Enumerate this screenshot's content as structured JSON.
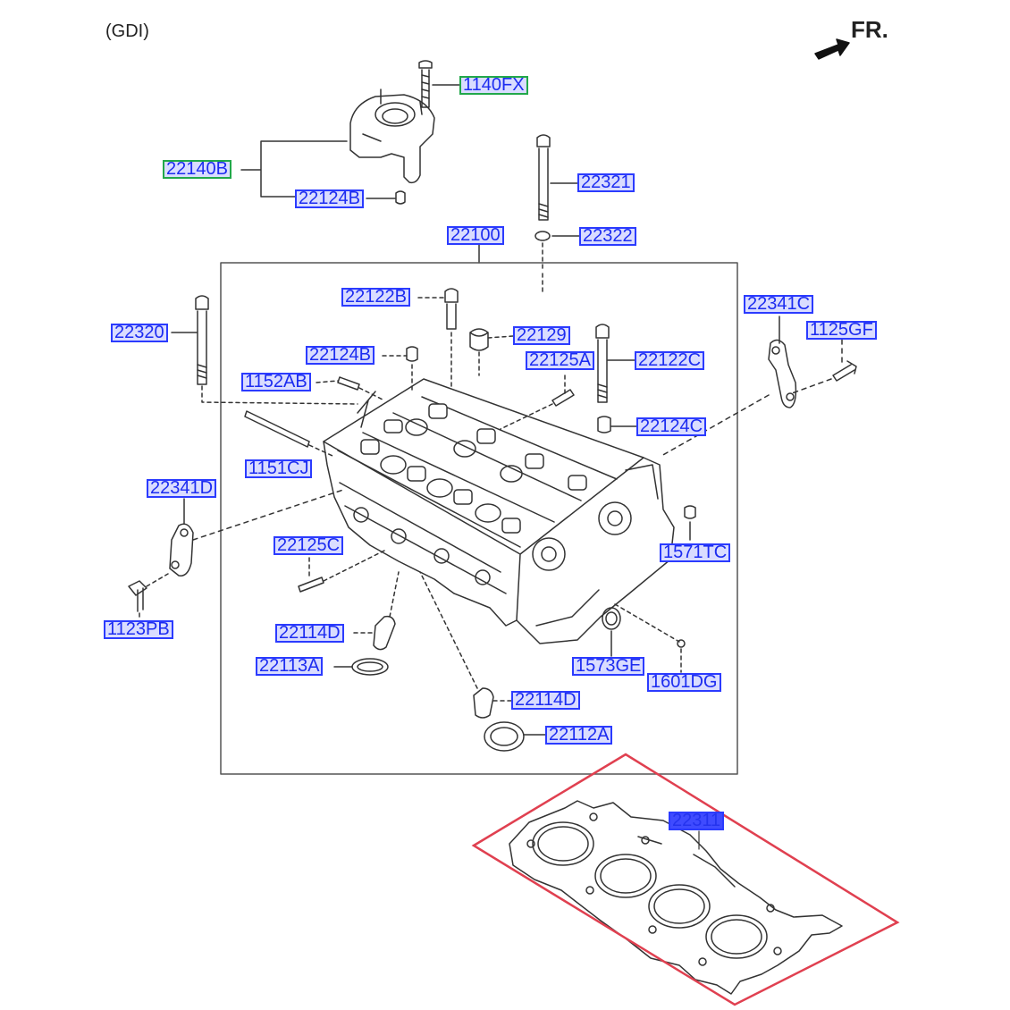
{
  "variant_label": "(GDI)",
  "direction_label": "FR.",
  "callouts": {
    "c1140FX": "1140FX",
    "c22140B": "22140B",
    "c22124B_top": "22124B",
    "c22321": "22321",
    "c22322": "22322",
    "c22100": "22100",
    "c22122B": "22122B",
    "c22129": "22129",
    "c22341C": "22341C",
    "c1125GF": "1125GF",
    "c22320": "22320",
    "c22124B": "22124B",
    "c22125A": "22125A",
    "c22122C": "22122C",
    "c1152AB": "1152AB",
    "c22124C": "22124C",
    "c1151CJ": "1151CJ",
    "c22341D": "22341D",
    "c1571TC": "1571TC",
    "c22125C": "22125C",
    "c1123PB": "1123PB",
    "c22114D_left": "22114D",
    "c22113A": "22113A",
    "c1573GE": "1573GE",
    "c1601DG": "1601DG",
    "c22114D_right": "22114D",
    "c22112A": "22112A",
    "c22311": "22311"
  },
  "colors": {
    "label_border": "#2b3bff",
    "label_fill": "#d9dcff",
    "label_text": "#1c2cf0",
    "assembly_border": "#22a84a",
    "selected_fill": "#3f4bff",
    "highlight_outline": "#e04050",
    "line_art": "#333333"
  },
  "highlighted_part": "22311"
}
